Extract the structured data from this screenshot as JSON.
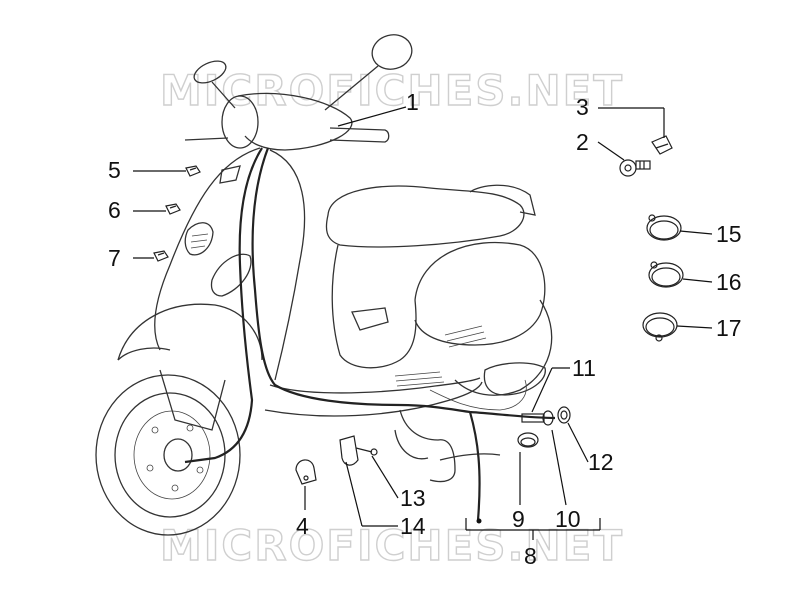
{
  "watermark": {
    "top": "MICROFICHES.NET",
    "bottom": "MICROFICHES.NET"
  },
  "callouts": [
    {
      "n": "1"
    },
    {
      "n": "2"
    },
    {
      "n": "3"
    },
    {
      "n": "4"
    },
    {
      "n": "5"
    },
    {
      "n": "6"
    },
    {
      "n": "7"
    },
    {
      "n": "8"
    },
    {
      "n": "9"
    },
    {
      "n": "10"
    },
    {
      "n": "11"
    },
    {
      "n": "12"
    },
    {
      "n": "13"
    },
    {
      "n": "14"
    },
    {
      "n": "15"
    },
    {
      "n": "16"
    },
    {
      "n": "17"
    }
  ]
}
